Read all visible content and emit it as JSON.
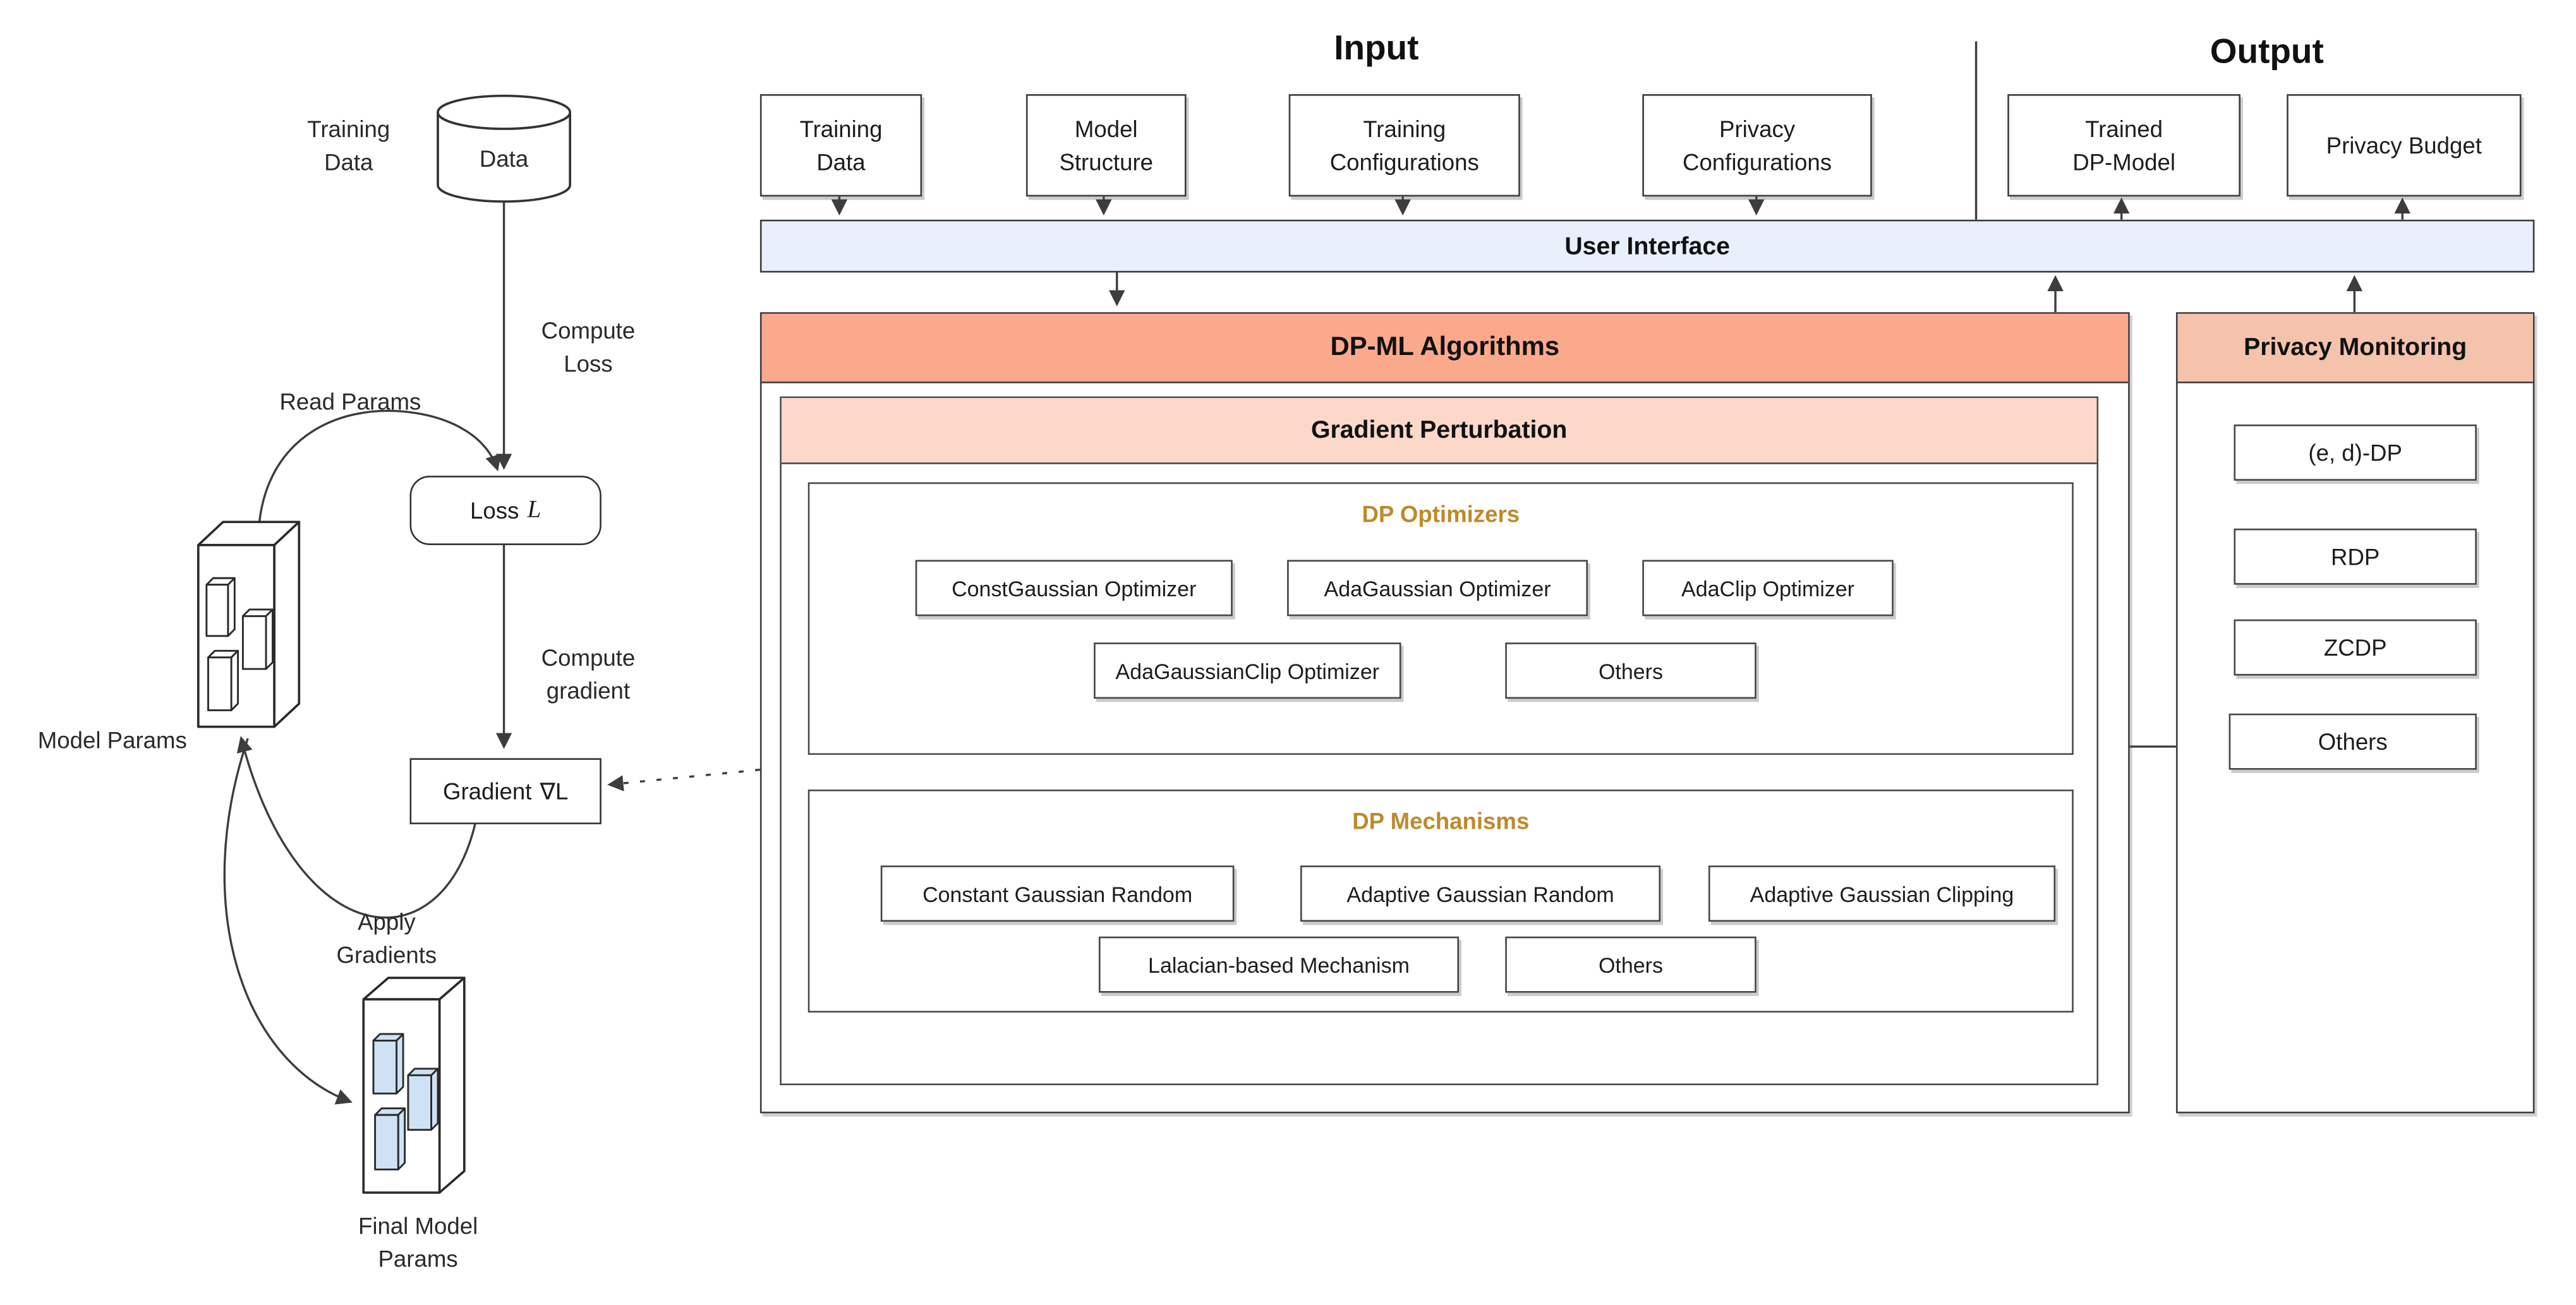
{
  "left_flow": {
    "training_data": {
      "line1": "Training",
      "line2": "Data"
    },
    "cylinder_label": "Data",
    "compute_loss": {
      "line1": "Compute",
      "line2": "Loss"
    },
    "read_params": "Read Params",
    "loss_box": {
      "label": "Loss",
      "symbol": "L"
    },
    "compute_gradient": {
      "line1": "Compute",
      "line2": "gradient"
    },
    "gradient_box": {
      "label": "Gradient",
      "symbol": "∇L"
    },
    "model_params": "Model Params",
    "apply_gradients": {
      "line1": "Apply",
      "line2": "Gradients"
    },
    "final_model_params": {
      "line1": "Final Model",
      "line2": "Params"
    }
  },
  "io": {
    "input_title": "Input",
    "output_title": "Output",
    "user_interface": "User Interface",
    "input_boxes": [
      {
        "line1": "Training",
        "line2": "Data"
      },
      {
        "line1": "Model",
        "line2": "Structure"
      },
      {
        "line1": "Training",
        "line2": "Configurations"
      },
      {
        "line1": "Privacy",
        "line2": "Configurations"
      }
    ],
    "output_boxes": [
      {
        "line1": "Trained",
        "line2": "DP-Model"
      },
      {
        "line1": "Privacy Budget"
      }
    ]
  },
  "dp_ml": {
    "header": "DP-ML Algorithms",
    "sub_header": "Gradient Perturbation",
    "optimizers": {
      "title": "DP Optimizers",
      "row1": [
        "ConstGaussian Optimizer",
        "AdaGaussian Optimizer",
        "AdaClip Optimizer"
      ],
      "row2": [
        "AdaGaussianClip Optimizer",
        "Others"
      ]
    },
    "mechanisms": {
      "title": "DP Mechanisms",
      "row1": [
        "Constant Gaussian Random",
        "Adaptive Gaussian Random",
        "Adaptive Gaussian Clipping"
      ],
      "row2": [
        "Lalacian-based Mechanism",
        "Others"
      ]
    }
  },
  "privacy_monitoring": {
    "header": "Privacy Monitoring",
    "items": [
      "(e, d)-DP",
      "RDP",
      "ZCDP",
      "Others"
    ]
  },
  "colors": {
    "user_interface_fill": "#E8F1FB",
    "dp_ml_header_fill": "#FBA98C",
    "gradient_perturbation_fill": "#FBD8C9",
    "privacy_monitoring_fill": "#F5C3AC",
    "section_title_gold": "#BE8A2B",
    "param_block_blue": "#CFE2F5",
    "border_dark": "#3D3D3D"
  }
}
